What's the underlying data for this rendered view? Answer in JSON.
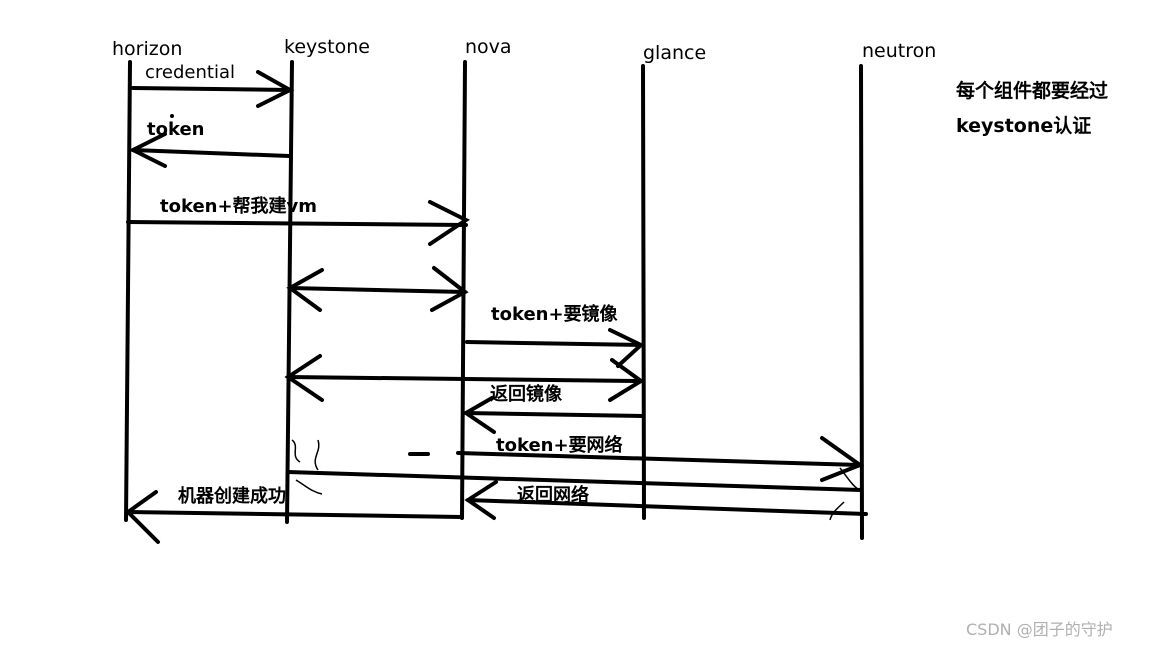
{
  "participants": [
    {
      "id": "horizon",
      "label": "horizon"
    },
    {
      "id": "keystone",
      "label": "keystone"
    },
    {
      "id": "nova",
      "label": "nova"
    },
    {
      "id": "glance",
      "label": "glance"
    },
    {
      "id": "neutron",
      "label": "neutron"
    }
  ],
  "messages": [
    {
      "id": "credential",
      "label": "credential"
    },
    {
      "id": "token",
      "label": "token"
    },
    {
      "id": "token-build-vm",
      "label": "token+帮我建vm"
    },
    {
      "id": "nova-keystone",
      "label": ""
    },
    {
      "id": "token-image",
      "label": "token+要镜像"
    },
    {
      "id": "glance-keystone",
      "label": ""
    },
    {
      "id": "return-image",
      "label": "返回镜像"
    },
    {
      "id": "token-network",
      "label": "token+要网络"
    },
    {
      "id": "neutron-keystone",
      "label": ""
    },
    {
      "id": "return-network",
      "label": "返回网络"
    },
    {
      "id": "vm-created",
      "label": "机器创建成功"
    }
  ],
  "note": {
    "line1": "每个组件都要经过",
    "line2": "keystone认证"
  },
  "watermark": "CSDN @团子的守护"
}
